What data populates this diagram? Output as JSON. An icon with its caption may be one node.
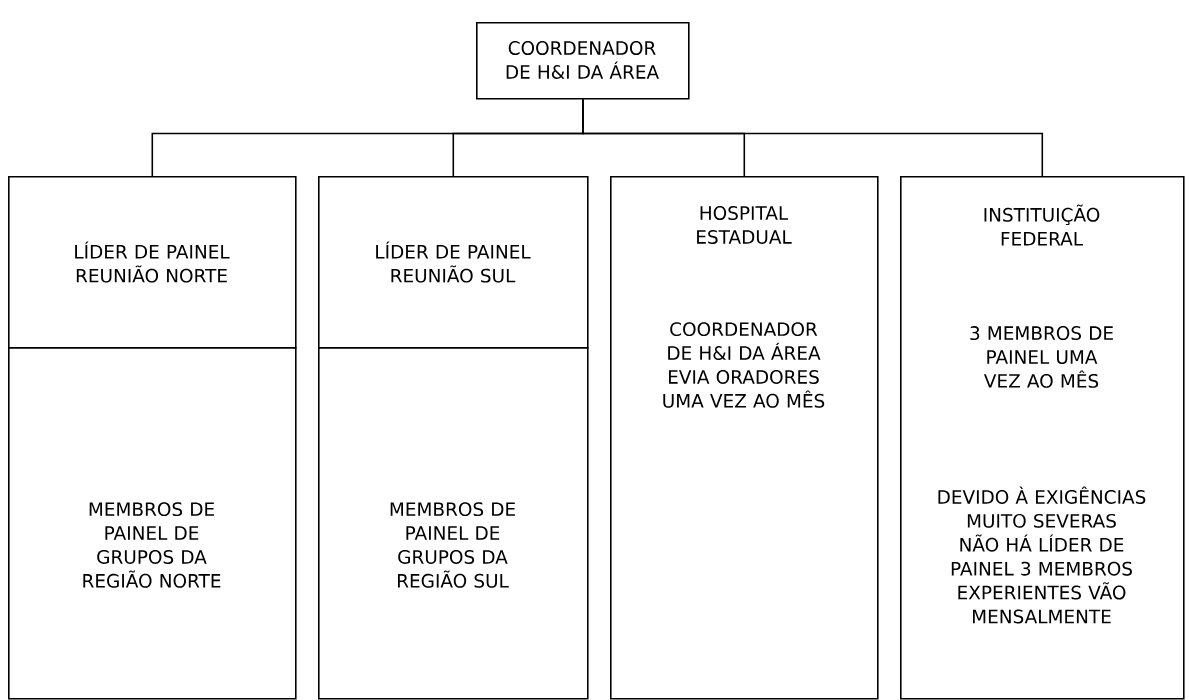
{
  "diagram": {
    "nodes": [
      {
        "text": [
          "COORDENADOR DE H&I DA ÁREA"
        ]
      },
      {
        "text": [
          "LÍDER DE PAINEL REUNIÃO NORTE"
        ]
      },
      {
        "text": [
          "MEMBROS DE PAINEL DE GRUPOS DA REGIÃO NORTE"
        ]
      },
      {
        "text": [
          "LÍDER DE PAINEL REUNIÃO SUL"
        ]
      },
      {
        "text": [
          "MEMBROS DE PAINEL DE GRUPOS DA REGIÃO SUL"
        ]
      },
      {
        "text": [
          "HOSPITAL ESTADUAL",
          "COORDENADOR DE H&I DA ÁREA EVIA ORADORES UMA VEZ AO MÊS"
        ]
      },
      {
        "text": [
          "INSTITUIÇÃO FEDERAL",
          "3 MEMBROS DE PAINEL UMA VEZ AO MÊS",
          "DEVIDO À EXIGÊNCIAS MUITO SEVERAS NÃO HÁ LÍDER DE PAINEL 3 MEMBROS EXPERIENTES VÃO MENSALMENTE"
        ]
      }
    ],
    "edges": [
      {
        "from": 0,
        "to": 1,
        "arrow": "none"
      },
      {
        "from": 0,
        "to": 3,
        "arrow": "none"
      },
      {
        "from": 0,
        "to": 5,
        "arrow": "none"
      },
      {
        "from": 0,
        "to": 6,
        "arrow": "none"
      }
    ]
  }
}
